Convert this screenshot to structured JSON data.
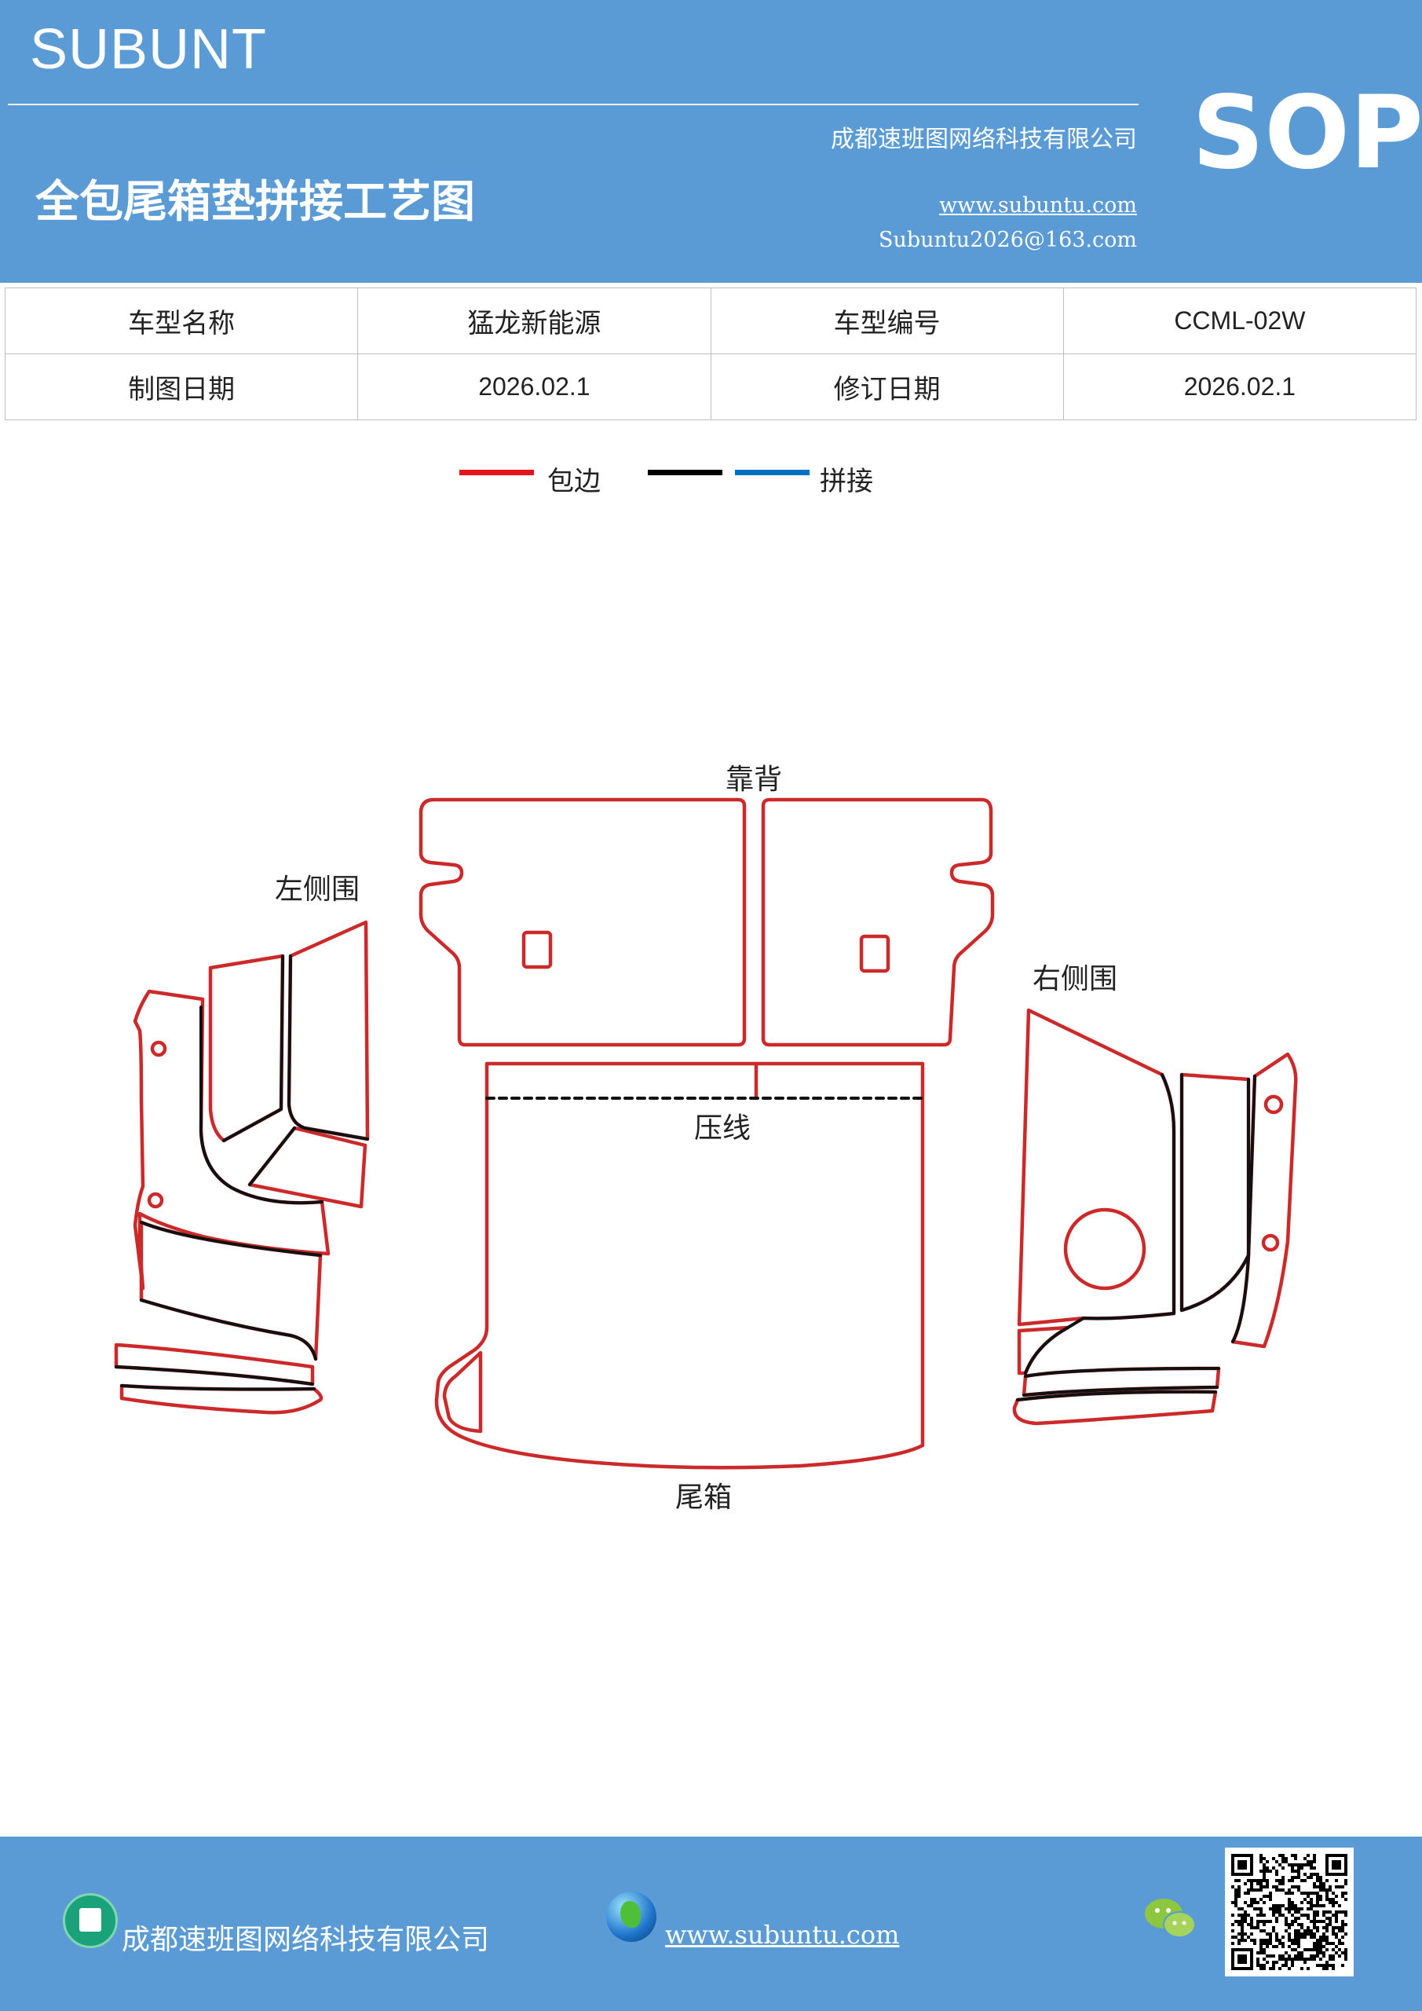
{
  "header": {
    "brand": "SUBUNT",
    "badge": "SOP",
    "title": "全包尾箱垫拼接工艺图",
    "company": "成都速班图网络科技有限公司",
    "website": "www.subuntu.com",
    "email": "Subuntu2026@163.com"
  },
  "info_table": {
    "rows": [
      [
        "车型名称",
        "猛龙新能源",
        "车型编号",
        "CCML-02W"
      ],
      [
        "制图日期",
        "2026.02.1",
        "修订日期",
        "2026.02.1"
      ]
    ]
  },
  "legend": {
    "items": [
      {
        "label": "包边",
        "color": "#e8141b"
      },
      {
        "label": "",
        "color": "#000000"
      },
      {
        "label": "拼接",
        "color": "#0070c0"
      }
    ]
  },
  "diagram": {
    "labels": {
      "backrest": "靠背",
      "left_side": "左侧围",
      "right_side": "右侧围",
      "crease_line": "压线",
      "trunk": "尾箱"
    },
    "colors": {
      "edge": "#cc2a2a",
      "seam": "#111111"
    }
  },
  "footer": {
    "company": "成都速班图网络科技有限公司",
    "website": "www.subuntu.com "
  },
  "icons": [
    "building-icon",
    "globe-icon",
    "wechat-icon",
    "qr-code"
  ]
}
